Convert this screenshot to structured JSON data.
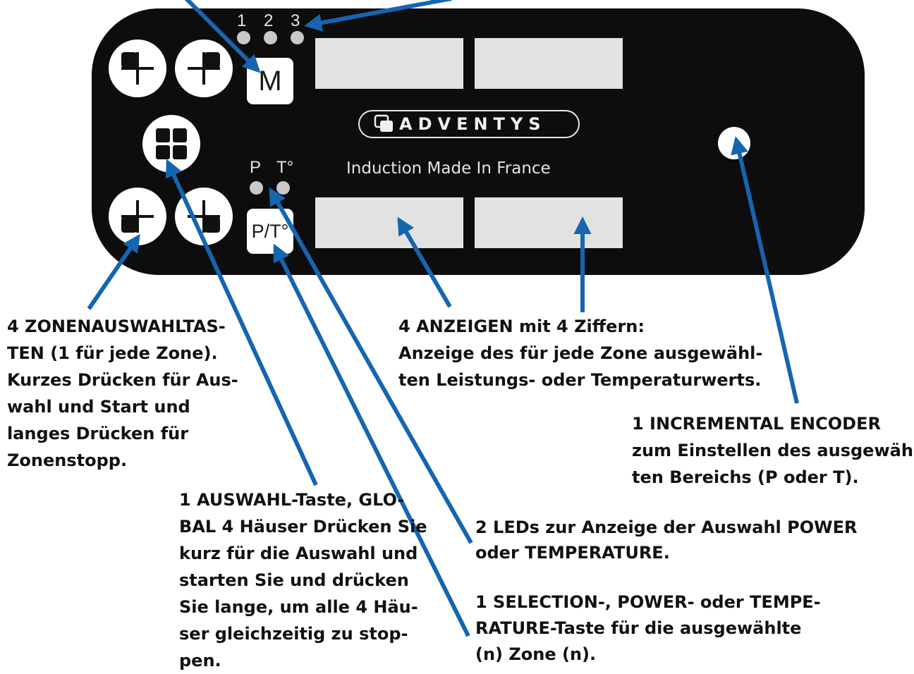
{
  "panel": {
    "brand": "ADVENTYS",
    "tagline": "Induction Made In France",
    "mode_button_label": "M",
    "pt_button_label": "P/T°",
    "mode_led_labels": [
      "1",
      "2",
      "3"
    ],
    "pt_led_labels": [
      "P",
      "T°"
    ]
  },
  "colors": {
    "panel": "#0d0d0d",
    "display": "#e2e2e2",
    "arrow": "#1565b0",
    "text": "#111111"
  },
  "icons": [
    "zone-top-left-icon",
    "zone-top-right-icon",
    "zone-bottom-left-icon",
    "zone-bottom-right-icon",
    "global-four-zones-icon",
    "adventys-logo-icon"
  ],
  "annotations": {
    "zone_buttons": [
      "4 ZONENAUSWAHLTAS-",
      "TEN (1 für jede Zone).",
      "Kurzes Drücken für Aus-",
      "wahl und Start und",
      "langes Drücken für",
      "Zonenstopp."
    ],
    "displays": [
      "4 ANZEIGEN mit 4 Ziffern:",
      "Anzeige des für jede Zone ausgewähl-",
      "ten Leistungs- oder Temperaturwerts."
    ],
    "encoder": [
      "1 INCREMENTAL ENCODER",
      "zum Einstellen des ausgewähl-",
      "ten Bereichs (P oder T)."
    ],
    "global_button": [
      "1 AUSWAHL-Taste, GLO-",
      "BAL 4 Häuser Drücken Sie",
      "kurz für die Auswahl und",
      "starten Sie und drücken",
      "Sie lange, um alle 4 Häu-",
      "ser gleichzeitig zu stop-",
      "pen."
    ],
    "leds": [
      "2 LEDs zur Anzeige der Auswahl POWER",
      "oder TEMPERATURE."
    ],
    "pt_button": [
      "1 SELECTION-, POWER- oder TEMPE-",
      "RATURE-Taste für die ausgewählte",
      "(n) Zone (n)."
    ]
  }
}
